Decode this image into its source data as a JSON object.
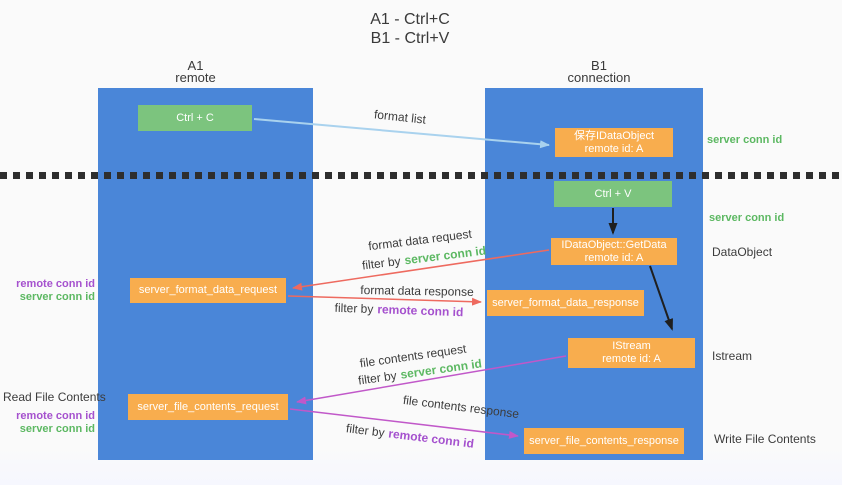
{
  "title": {
    "line1": "A1 - Ctrl+C",
    "line2": "B1 - Ctrl+V"
  },
  "lanes": {
    "left": {
      "name": "A1",
      "subtitle": "remote"
    },
    "right": {
      "name": "B1",
      "subtitle": "connection"
    }
  },
  "nodes": {
    "ctrl_c": {
      "label": "Ctrl + C"
    },
    "save_idataobject": {
      "line1": "保存IDataObject",
      "line2": "remote id: A"
    },
    "ctrl_v": {
      "label": "Ctrl + V"
    },
    "getdata": {
      "line1": "IDataObject::GetData",
      "line2": "remote id: A"
    },
    "format_request": {
      "label": "server_format_data_request"
    },
    "format_response": {
      "label": "server_format_data_response"
    },
    "istream": {
      "line1": "IStream",
      "line2": "remote id: A"
    },
    "file_request": {
      "label": "server_file_contents_request"
    },
    "file_response": {
      "label": "server_file_contents_response"
    }
  },
  "edges": {
    "format_list": {
      "text": "format list"
    },
    "format_data_request": {
      "text": "format data request",
      "filter_prefix": "filter by"
    },
    "format_data_response": {
      "text": "format data response",
      "filter_prefix": "filter by"
    },
    "file_contents_request": {
      "text": "file contents request",
      "filter_prefix": "filter by"
    },
    "file_contents_response": {
      "text": "file contents response",
      "filter_prefix": "filter by"
    }
  },
  "terms": {
    "server_conn_id": "server conn id",
    "remote_conn_id": "remote conn id"
  },
  "side_labels": {
    "dataobject": "DataObject",
    "istream": "Istream",
    "write_file_contents": "Write File Contents",
    "read_file_contents": "Read File Contents"
  },
  "colors": {
    "panel_blue": "#4a86d8",
    "box_green": "#7cc47e",
    "box_orange": "#f8ad4e",
    "text_green": "#5cb862",
    "text_purple": "#a551ce",
    "arrow_blue": "#a9d2ee",
    "arrow_black": "#1f1f1f",
    "arrow_red": "#ee6a5f",
    "arrow_purple": "#c158c9",
    "dot_color": "#2e2e2e"
  }
}
